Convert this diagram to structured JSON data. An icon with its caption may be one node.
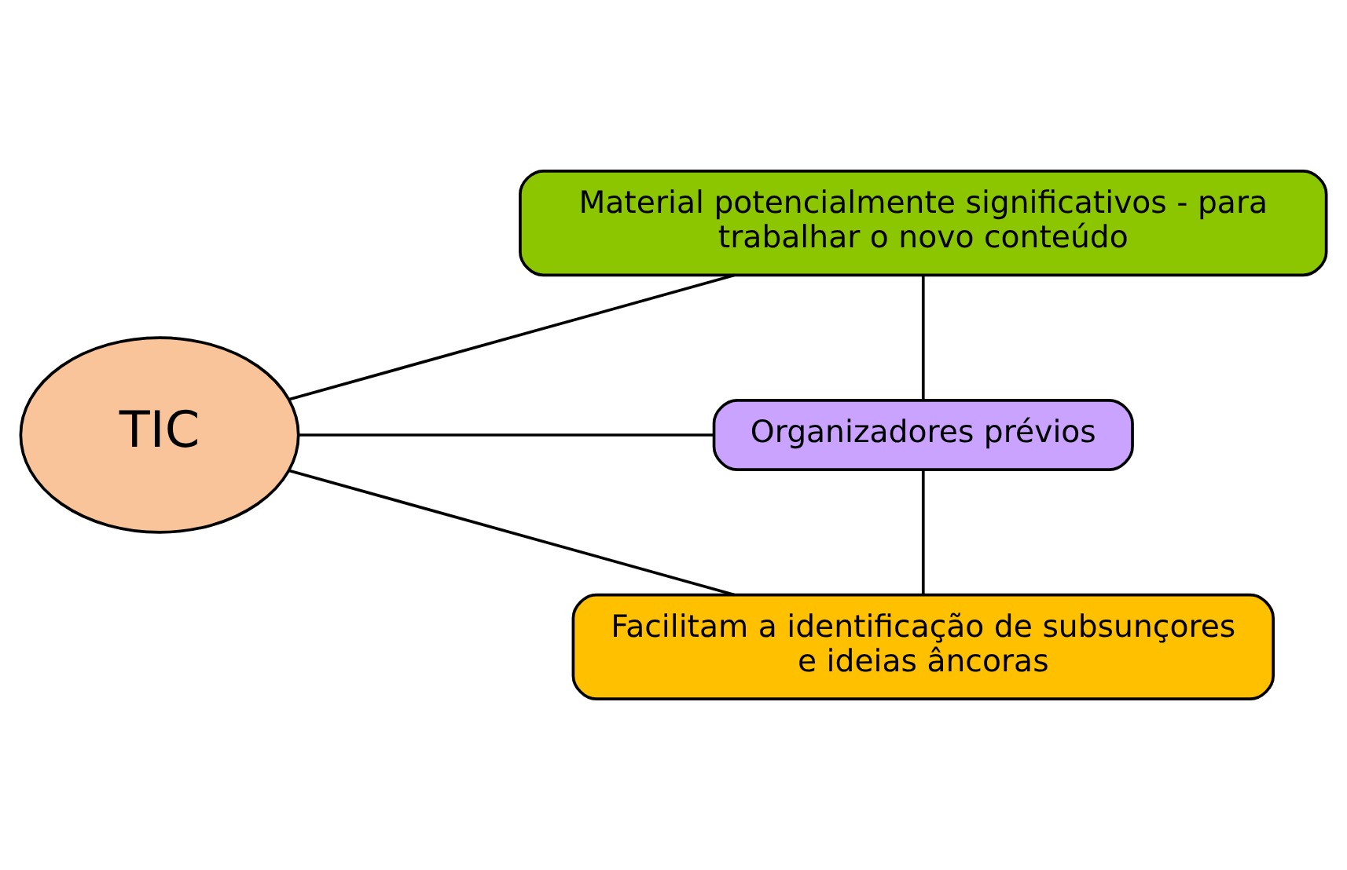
{
  "diagram": {
    "nodes": [
      {
        "text": [
          "TIC"
        ]
      },
      {
        "text": [
          "Material potencialmente significativos - para trabalhar o novo conteúdo"
        ]
      },
      {
        "text": [
          "Organizadores prévios"
        ]
      },
      {
        "text": [
          "Facilitam a identificação de subsunçores e ideias âncoras"
        ]
      }
    ],
    "edges": [
      {
        "from": 0,
        "to": 1,
        "arrow": "none"
      },
      {
        "from": 0,
        "to": 2,
        "arrow": "none"
      },
      {
        "from": 0,
        "to": 3,
        "arrow": "none"
      },
      {
        "from": 1,
        "to": 2,
        "arrow": "none"
      },
      {
        "from": 2,
        "to": 3,
        "arrow": "none"
      }
    ]
  }
}
